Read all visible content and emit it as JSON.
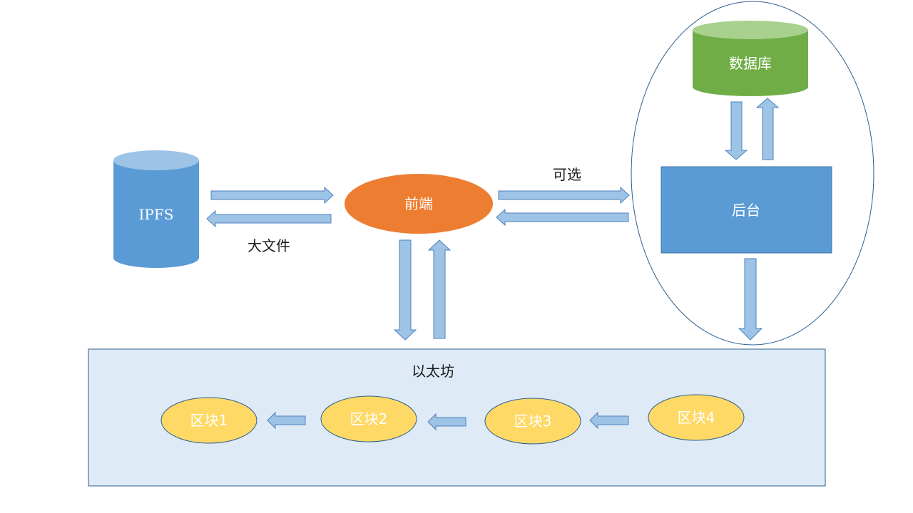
{
  "nodes": {
    "ipfs": "IPFS",
    "frontend": "前端",
    "backend": "后台",
    "database": "数据库",
    "ethereum": "以太坊"
  },
  "edge_labels": {
    "large_file": "大文件",
    "optional": "可选"
  },
  "blocks": [
    "区块1",
    "区块2",
    "区块3",
    "区块4"
  ],
  "colors": {
    "cylinder_blue": "#5b9bd5",
    "cylinder_blue_top": "#9dc3e6",
    "frontend_orange": "#ed7d31",
    "database_green": "#70ad47",
    "database_green_top": "#a9d18e",
    "backend_blue": "#5b9bd5",
    "block_yellow": "#ffd966",
    "ethereum_bg": "#deeaf6",
    "arrow_fill": "#9dc3e6",
    "arrow_stroke": "#4f81bd"
  }
}
